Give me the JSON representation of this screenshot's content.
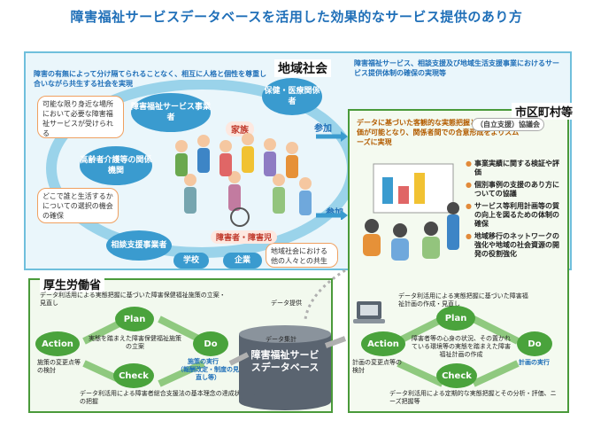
{
  "title": "障害福祉サービスデータベースを活用した効果的なサービス提供のあり方",
  "community": {
    "label": "地域社会",
    "note": "障害の有無によって分け隔てられることなく、相互に人格と個性を尊重し合いながら共生する社会を実現",
    "bubble_access": "可能な限り身近な場所において必要な障害福祉サービスが受けられる",
    "bubble_choice": "どこで誰と生活するかについての選択の機会の確保",
    "bubble_coexist": "地域社会における他の人々との共生",
    "actors": {
      "welfare_provider": "障害福祉サービス事業者",
      "elderly_care": "高齢者介護等の関係機関",
      "health_medical": "保健・医療関係者",
      "consultation": "相談支援事業者",
      "school": "学校",
      "company": "企業",
      "family": "家族",
      "disabled": "障害者・障害児"
    },
    "participate_top": "参加",
    "participate_mid": "参加"
  },
  "municipal": {
    "label": "市区町村等",
    "top_note": "障害福祉サービス、相談支援及び地域生活支援事業におけるサービス提供体制の確保の実現等",
    "data_note": "データに基づいた客観的な実態把握とその検証・評価が可能となり、関係者間での合意形成をよりスムーズに実現",
    "council": "（自立支援）協議会",
    "bullets": [
      "事業実績に関する検証や評価",
      "個別事例の支援のあり方についての協議",
      "サービス等利用計画等の質の向上を図るための体制の確保",
      "地域移行のネットワークの強化や地域の社会資源の開発の役割強化"
    ],
    "plan_note": "データ利活用による実態把握に基づいた障害福祉計画の作成・見直し",
    "pdca": {
      "plan": "Plan",
      "do": "Do",
      "check": "Check",
      "action": "Action"
    },
    "center_note": "障害者等の心身の状況、その置かれている環境等の実態を踏まえた障害福祉計画の作成",
    "do_note": "計画の実行",
    "action_note": "計画の変更点等の検討",
    "check_note": "データ利活用による定期的な実態把握とその分析・評価、ニーズ把握等"
  },
  "mhlw": {
    "label": "厚生労働省",
    "plan_note": "データ利活用による実態把握に基づいた障害保健福祉施策の立案・見直し",
    "pdca": {
      "plan": "Plan",
      "do": "Do",
      "check": "Check",
      "action": "Action"
    },
    "center_note": "実態を踏まえた障害保健福祉施策の立案",
    "do_note": "施策の実行",
    "do_sub": "（報酬改定・制度の見直し等）",
    "action_note": "施策の変更点等の検討",
    "check_note": "データ利活用による障害者総合支援法の基本理念の達成状況の把握"
  },
  "database": {
    "label": "障害福祉サービスデータベース",
    "aggregate": "データ集計",
    "provide": "データ提供"
  },
  "colors": {
    "accent": "#1f6fb8",
    "pdca": "#4aa33c",
    "bubble": "#3a9bcf"
  }
}
